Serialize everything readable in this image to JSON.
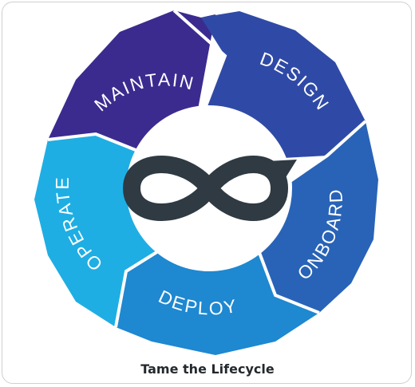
{
  "segments": [
    {
      "id": "maintain",
      "label": "MAINTAIN",
      "color": "#3b2b8f"
    },
    {
      "id": "design",
      "label": "DESIGN",
      "color": "#2f4aa6"
    },
    {
      "id": "onboard",
      "label": "ONBOARD",
      "color": "#2863b7"
    },
    {
      "id": "deploy",
      "label": "DEPLOY",
      "color": "#1e88d1"
    },
    {
      "id": "operate",
      "label": "OPERATE",
      "color": "#1eaee4"
    }
  ],
  "center_icon": {
    "name": "infinity-loop-icon",
    "color": "#2f3a42"
  },
  "caption": "Tame the Lifecycle"
}
